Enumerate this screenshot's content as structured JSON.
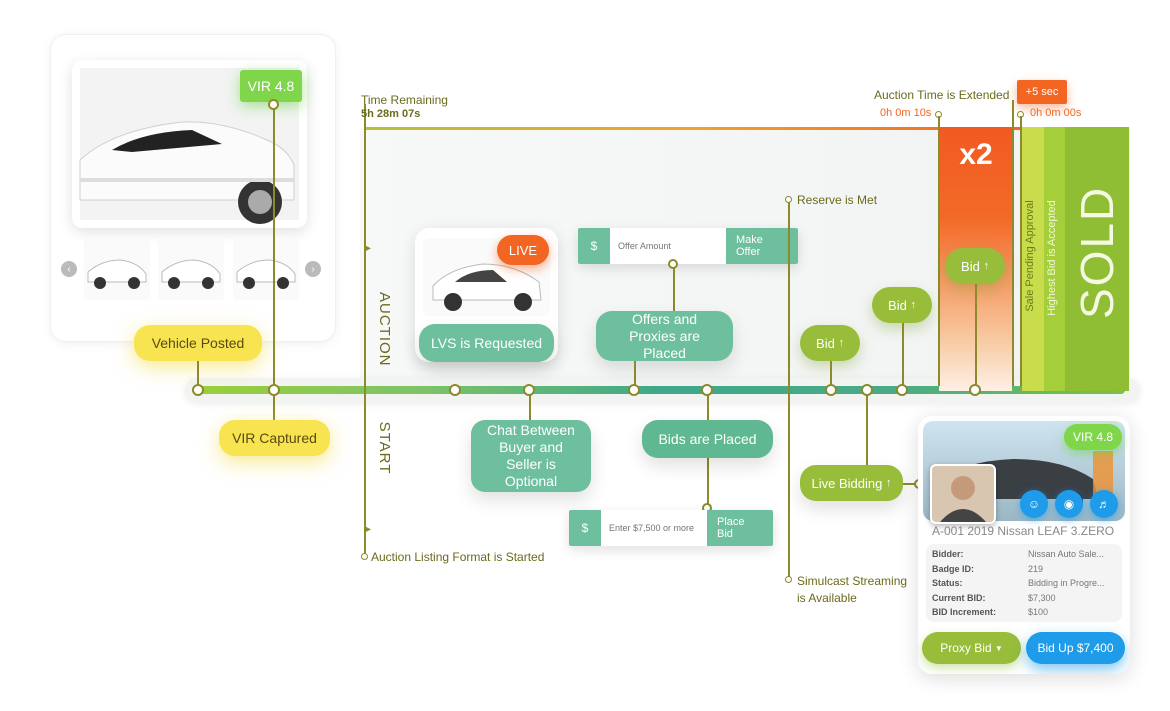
{
  "vehicle_card": {
    "vir_badge": "VIR 4.8",
    "thumbnail_count": 3
  },
  "labels": {
    "vehicle_posted": "Vehicle Posted",
    "vir_captured": "VIR Captured",
    "auction": "AUCTION",
    "start": "START",
    "auction_listing_started": "Auction Listing Format is Started",
    "time_remaining_label": "Time Remaining",
    "time_remaining_value": "5h 28m 07s",
    "lvs_requested": "LVS is Requested",
    "live_badge": "LIVE",
    "chat_optional": "Chat Between Buyer and Seller is Optional",
    "offers_placed": "Offers and Proxies are Placed",
    "bids_placed": "Bids are Placed",
    "reserve_met": "Reserve is Met",
    "simulcast": "Simulcast Streaming is Available",
    "live_bidding": "Live Bidding",
    "auction_time_extended": "Auction Time is Extended",
    "plus5": "+5 sec",
    "time_10s": "0h 0m 10s",
    "time_00s": "0h 0m 00s",
    "x2": "x2",
    "sale_pending": "Sale Pending Approval",
    "highest_bid": "Highest Bid is Accepted",
    "sold": "SOLD",
    "bid": "Bid",
    "up_arrow": "↑"
  },
  "offer_bar": {
    "currency": "$",
    "placeholder": "Offer Amount",
    "button": "Make Offer"
  },
  "bid_bar": {
    "currency": "$",
    "placeholder": "Enter $7,500 or more",
    "button": "Place Bid"
  },
  "live_card": {
    "vir_badge": "VIR 4.8",
    "title": "A-001 2019 Nissan LEAF 3.ZERO",
    "info": [
      {
        "key": "Bidder:",
        "value": "Nissan Auto Sale..."
      },
      {
        "key": "Badge ID:",
        "value": "219"
      },
      {
        "key": "Status:",
        "value": "Bidding in Progre..."
      },
      {
        "key": "Current BID:",
        "value": "$7,300"
      },
      {
        "key": "BID Increment:",
        "value": "$100"
      }
    ],
    "proxy_button": "Proxy Bid",
    "bid_up_button": "Bid Up $7,400"
  },
  "icons": [
    "chevron-left-icon",
    "chevron-right-icon",
    "user-switch-icon",
    "camera-icon",
    "speaker-icon",
    "caret-down-icon"
  ],
  "colors": {
    "yellow": "#f8e451",
    "teal": "#6dbf9e",
    "olive": "#97bd3a",
    "orange": "#f26522",
    "blue": "#1e9be9",
    "line": "#8c8a2a"
  }
}
